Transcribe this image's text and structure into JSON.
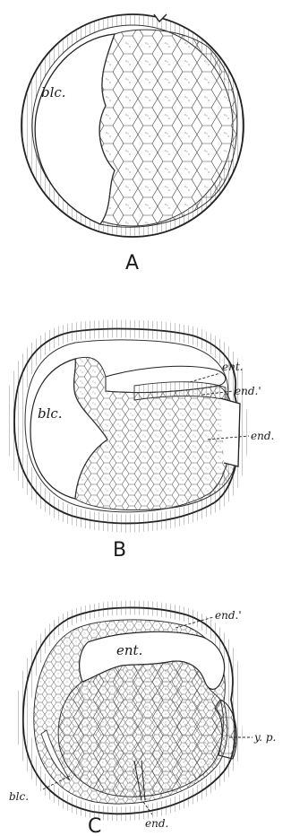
{
  "panels": [
    {
      "letter": "A",
      "labels": {
        "blc": "blc."
      }
    },
    {
      "letter": "B",
      "labels": {
        "ent": "ent.",
        "end_prime": "end.'",
        "blc": "blc.",
        "end": "end."
      }
    },
    {
      "letter": "C",
      "labels": {
        "end_prime": "end.'",
        "ent": "ent.",
        "yp": "y. p.",
        "blc": "blc.",
        "end": "end."
      }
    }
  ],
  "colors": {
    "ink": "#1a1a1a",
    "paper": "#ffffff"
  }
}
